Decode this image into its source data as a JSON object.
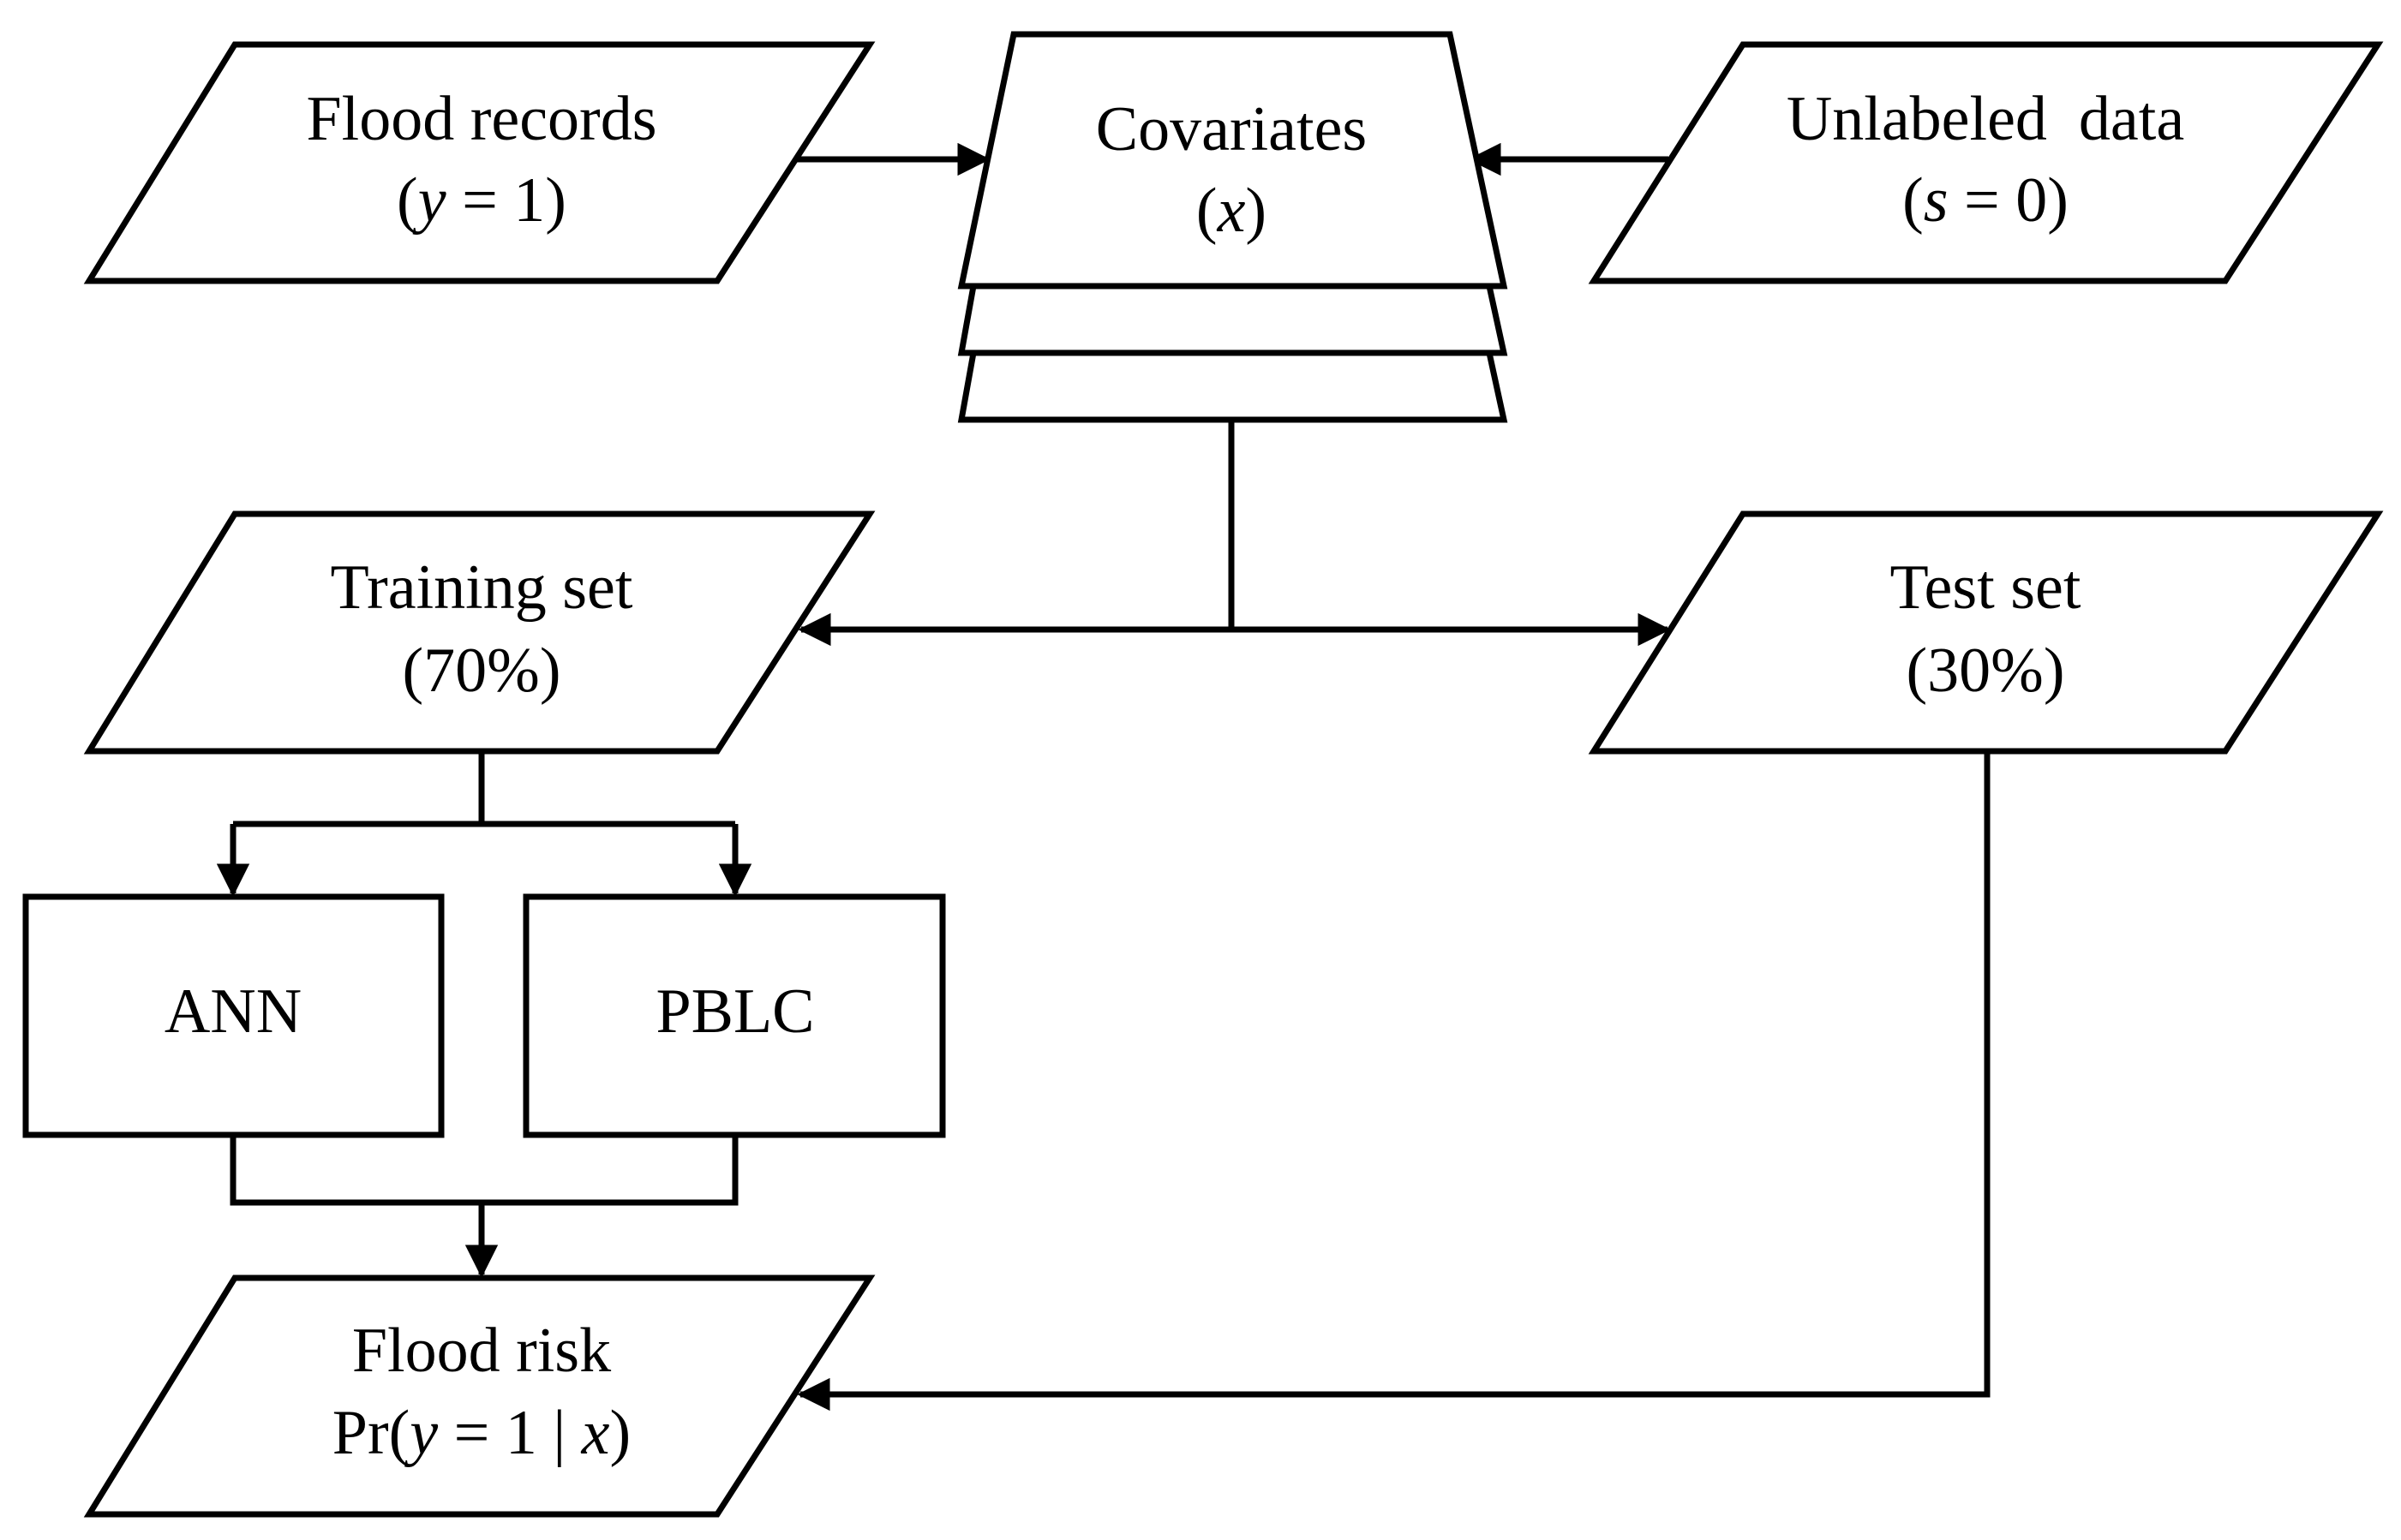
{
  "nodes": {
    "flood_records": {
      "line1": "Flood records",
      "line2": {
        "open": "(",
        "var": "y",
        "rest": " = 1)"
      }
    },
    "covariates": {
      "line1": "Covariates",
      "line2": {
        "open": "(",
        "var": "x",
        "rest": ")"
      }
    },
    "unlabeled": {
      "line1": "Unlabeled  data",
      "line2": {
        "open": "(",
        "var": "s",
        "rest": " = 0)"
      }
    },
    "training": {
      "line1": "Training set",
      "line2": "(70%)"
    },
    "test": {
      "line1": "Test set",
      "line2": "(30%)"
    },
    "ann": {
      "label": "ANN"
    },
    "pblc": {
      "label": "PBLC"
    },
    "flood_risk": {
      "line1": "Flood risk",
      "line2": {
        "open": "Pr(",
        "var1": "y",
        "mid": " = 1 | ",
        "var2": "x",
        "close": ")"
      }
    }
  },
  "colors": {
    "stroke": "#000000",
    "fill": "#ffffff"
  }
}
